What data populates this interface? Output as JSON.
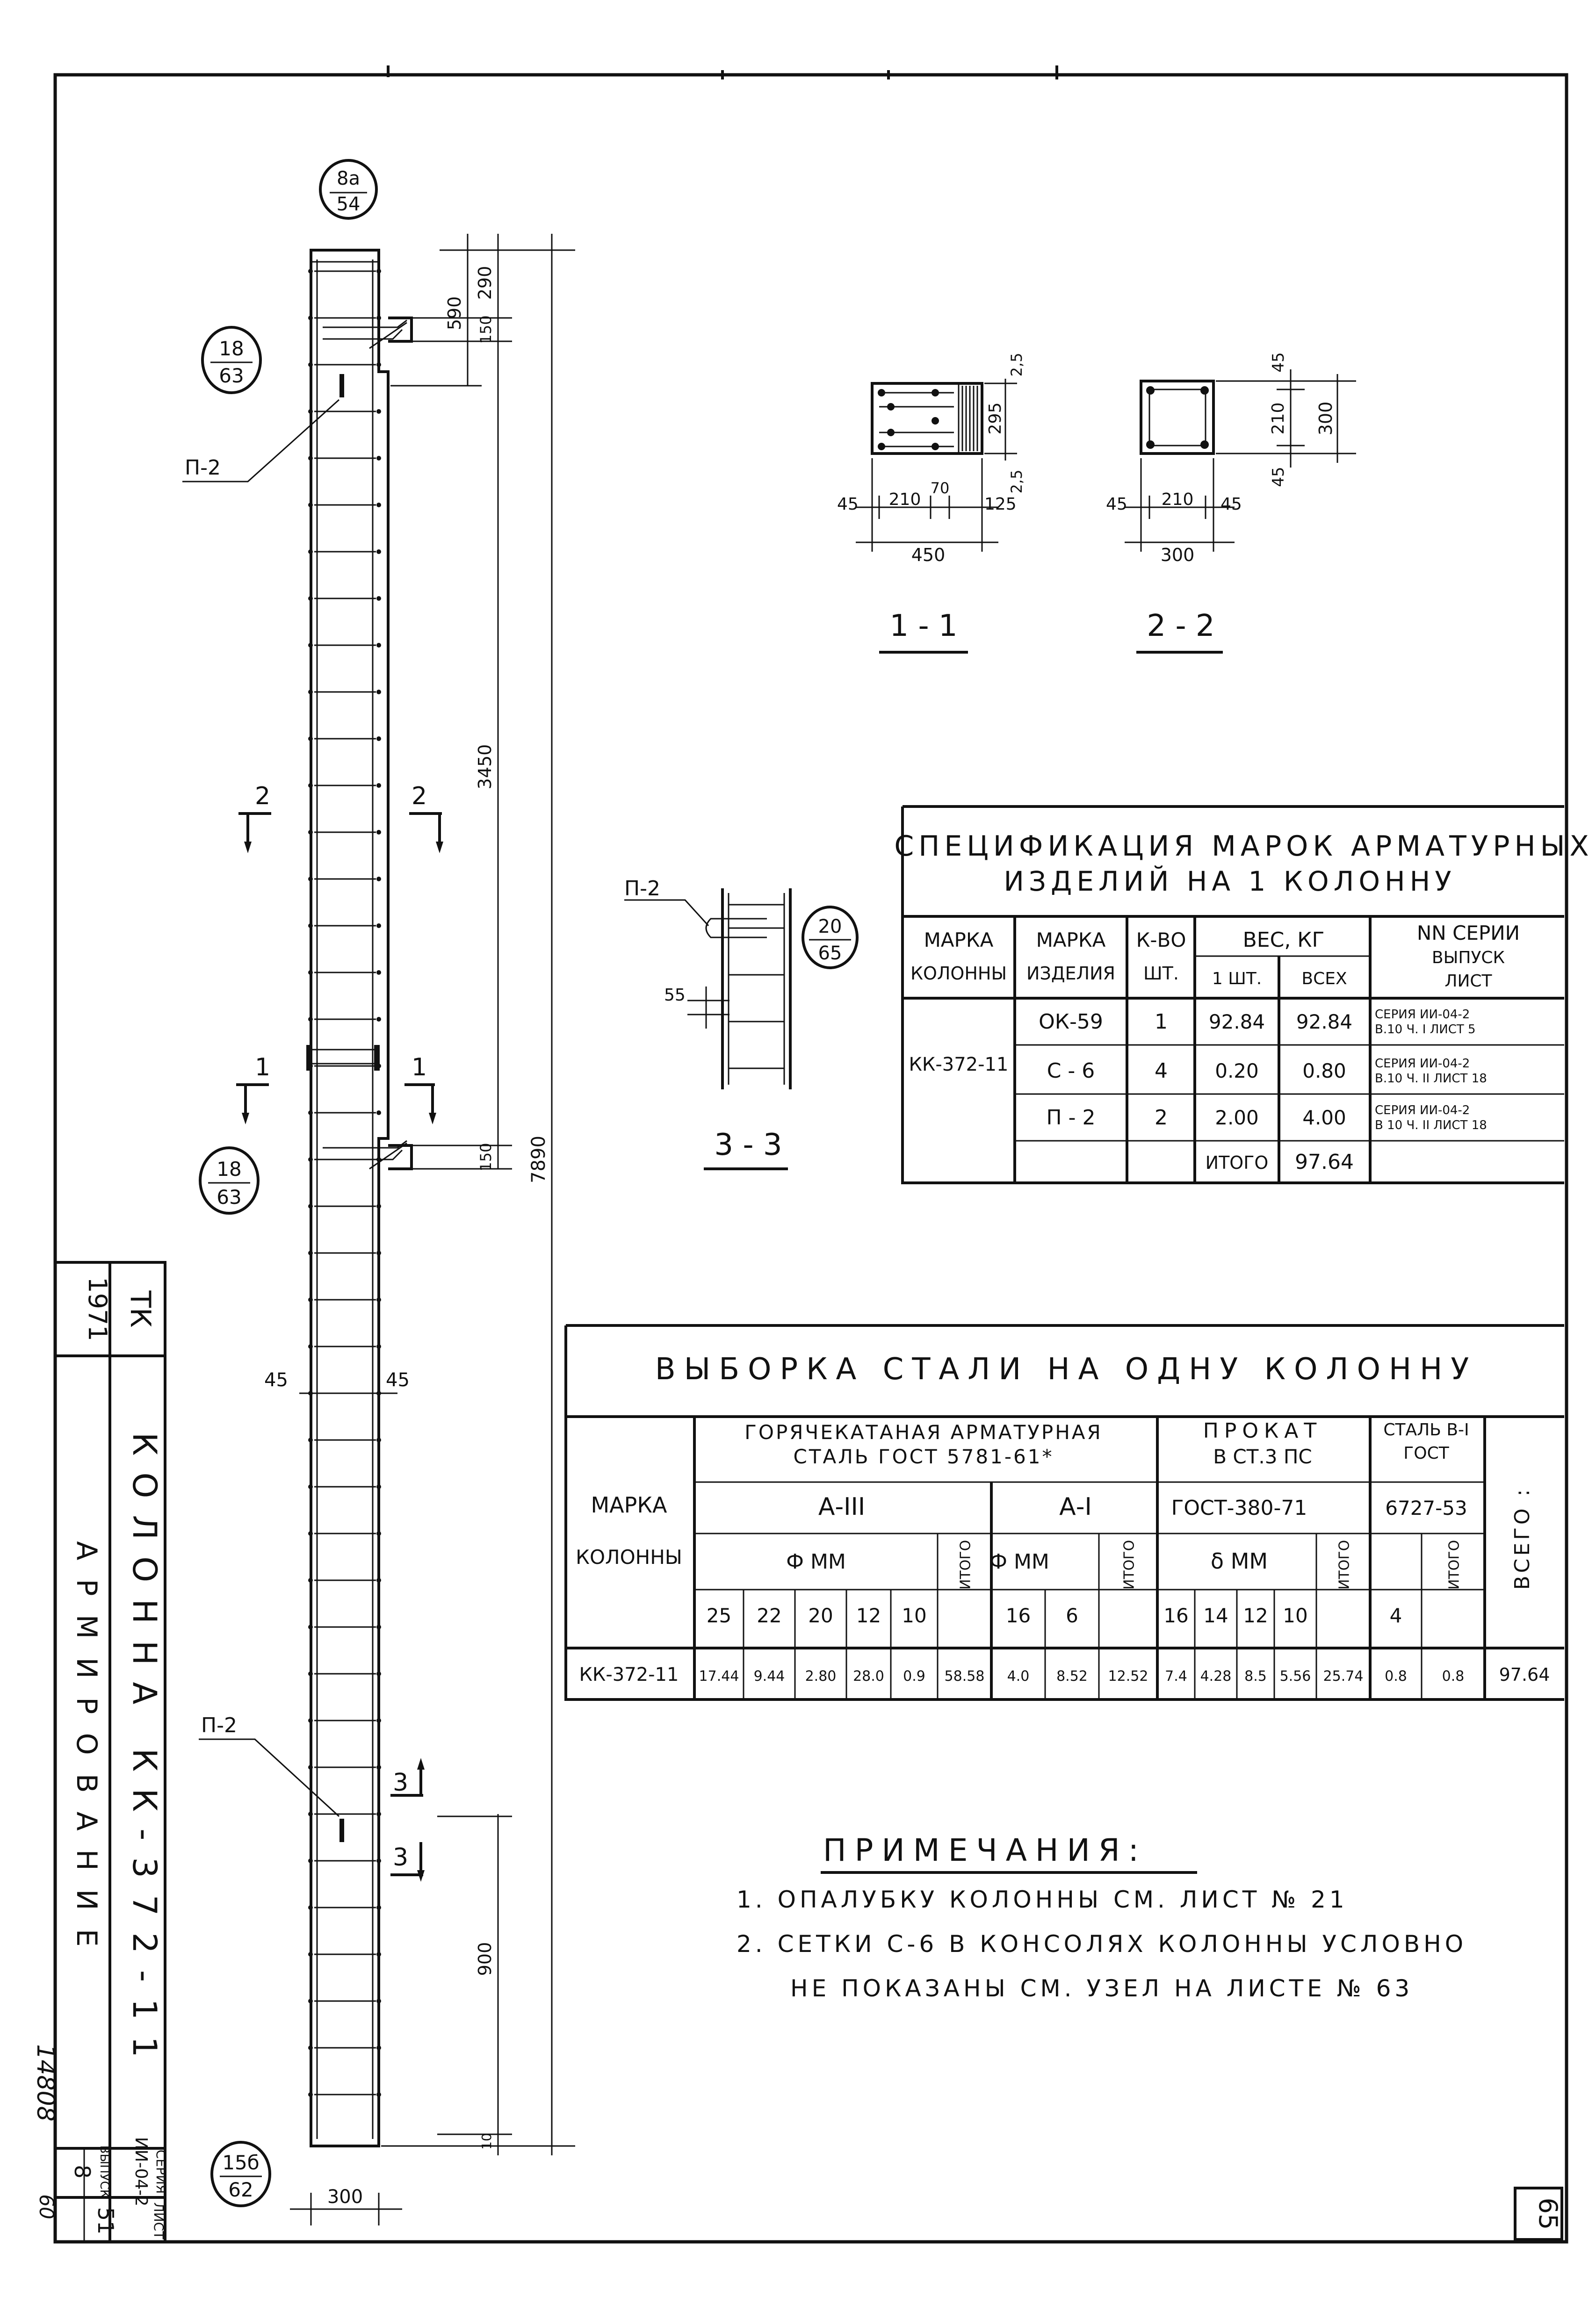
{
  "sheet_number": "65",
  "archive_number": "14808",
  "archive_sub": "60",
  "title_block": {
    "year": "1971",
    "org": "ТК",
    "title": "КОЛОННА КК-372-11",
    "subtitle": "АРМИРОВАНИЕ",
    "series_label": "СЕРИЯ",
    "series_value": "ИИ-04-2",
    "vypusk_label": "ВЫПУСК",
    "vypusk_value": "8",
    "list_label": "ЛИСТ",
    "list_value": "51"
  },
  "elevation": {
    "top_ref": {
      "top": "8а",
      "bottom": "54"
    },
    "ref_18_63_upper": {
      "top": "18",
      "bottom": "63"
    },
    "ref_18_63_lower": {
      "top": "18",
      "bottom": "63"
    },
    "ref_15b_62": {
      "top": "15б",
      "bottom": "62"
    },
    "p2_upper": "П-2",
    "p2_lower": "П-2",
    "dim_590": "590",
    "dim_290": "290",
    "dim_150_top": "150",
    "dim_3450": "3450",
    "dim_150_bottom": "150",
    "dim_7890": "7890",
    "dim_900": "900",
    "dim_10": "10",
    "dim_45_left": "45",
    "dim_45_right": "45",
    "dim_300": "300",
    "cut2": "2",
    "cut1": "1",
    "cut3": "3"
  },
  "section_1_1": {
    "label": "1 - 1",
    "d45": "45",
    "d210": "210",
    "d70": "70",
    "d125": "125",
    "d450": "450",
    "d25a": "2,5",
    "d295": "295",
    "d25b": "2,5"
  },
  "section_2_2": {
    "label": "2 - 2",
    "d45a": "45",
    "d210": "210",
    "d45b": "45",
    "d300": "300",
    "v45a": "45",
    "v210": "210",
    "v45b": "45",
    "v300": "300"
  },
  "section_3_3": {
    "label": "3 - 3",
    "p2": "П-2",
    "ref": {
      "top": "20",
      "bottom": "65"
    },
    "d55": "55"
  },
  "spec_table": {
    "title_line1": "СПЕЦИФИКАЦИЯ МАРОК АРМАТУРНЫХ",
    "title_line2": "ИЗДЕЛИЙ НА 1 КОЛОННУ",
    "headers": {
      "marka_col_1": "МАРКА",
      "marka_col_2": "КОЛОННЫ",
      "marka_izd_1": "МАРКА",
      "marka_izd_2": "ИЗДЕЛИЯ",
      "kvo_1": "К-ВО",
      "kvo_2": "ШТ.",
      "ves": "ВЕС, КГ",
      "ves_1": "1 ШТ.",
      "ves_all": "ВСЕХ",
      "nn_1": "NN СЕРИИ",
      "nn_2": "ВЫПУСК",
      "nn_3": "ЛИСТ"
    },
    "column_mark": "КК-372-11",
    "rows": [
      {
        "item": "ОК-59",
        "qty": "1",
        "w1": "92.84",
        "wall": "92.84",
        "ref1": "СЕРИЯ ИИ-04-2",
        "ref2": "В.10 Ч. I  ЛИСТ 5"
      },
      {
        "item": "С - 6",
        "qty": "4",
        "w1": "0.20",
        "wall": "0.80",
        "ref1": "СЕРИЯ ИИ-04-2",
        "ref2": "В.10 Ч. II  ЛИСТ 18"
      },
      {
        "item": "П - 2",
        "qty": "2",
        "w1": "2.00",
        "wall": "4.00",
        "ref1": "СЕРИЯ ИИ-04-2",
        "ref2": "В 10 Ч. II  ЛИСТ 18"
      }
    ],
    "total_label": "ИТОГО",
    "total_value": "97.64"
  },
  "steel_table": {
    "title": "ВЫБОРКА СТАЛИ НА ОДНУ КОЛОННУ",
    "marka_1": "МАРКА",
    "marka_2": "КОЛОННЫ",
    "hot_rolled_1": "ГОРЯЧЕКАТАНАЯ АРМАТУРНАЯ",
    "hot_rolled_2": "СТАЛЬ ГОСТ 5781-61*",
    "a3": "А-III",
    "a1": "А-I",
    "fi_mm": "Ф ММ",
    "itogo": "ИТОГО",
    "prokat_1": "ПРОКАТ",
    "prokat_2": "В СТ.3 ПС",
    "gost380": "ГОСТ-380-71",
    "delta_mm": "δ ММ",
    "steel_b1_1": "СТАЛЬ В-I",
    "steel_b1_2": "ГОСТ",
    "gost6727": "6727-53",
    "vsego": "ВСЕГО :",
    "diameters": [
      "25",
      "22",
      "20",
      "12",
      "10",
      "ИТОГО",
      "16",
      "6",
      "ИТОГО",
      "16",
      "14",
      "12",
      "10",
      "ИТОГО",
      "4",
      "ИТОГО"
    ],
    "row_mark": "КК-372-11",
    "values": [
      "17.44",
      "9.44",
      "2.80",
      "28.0",
      "0.9",
      "58.58",
      "4.0",
      "8.52",
      "12.52",
      "7.4",
      "4.28",
      "8.5",
      "5.56",
      "25.74",
      "0.8",
      "0.8",
      "97.64"
    ]
  },
  "notes": {
    "title": "ПРИМЕЧАНИЯ:",
    "items": [
      "1. ОПАЛУБКУ КОЛОННЫ СМ. ЛИСТ № 21",
      "2. СЕТКИ С-6 В КОНСОЛЯХ КОЛОННЫ УСЛОВНО",
      "НЕ ПОКАЗАНЫ СМ. УЗЕЛ НА ЛИСТЕ № 63"
    ]
  }
}
